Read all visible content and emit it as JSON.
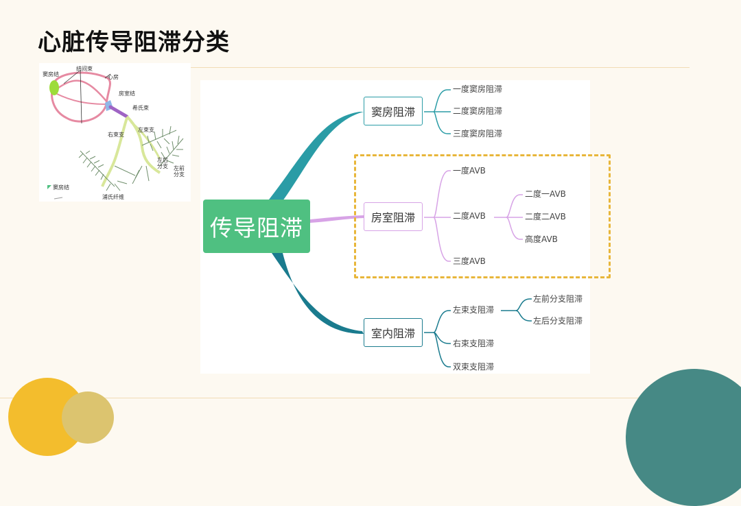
{
  "slide": {
    "title": "心脏传导阻滞分类"
  },
  "colors": {
    "background": "#fdf9f1",
    "root": "#4fc081",
    "sinoatrial_branch": "#2a9ca6",
    "av_branch": "#d7a3e6",
    "intraventricular_branch": "#1a7b8e",
    "highlight_border": "#e8b63a",
    "deco_yellow": "#f3bd2d",
    "deco_olive": "#dcc46f",
    "deco_teal": "#468985"
  },
  "anatomy": {
    "labels": {
      "sa_node": "窦房结",
      "internodal": "结间束",
      "atrium": "心房",
      "av_node": "房室结",
      "his_bundle": "希氏束",
      "left_bundle": "左束支",
      "right_bundle": "右束支",
      "left_posterior": "左后\n分支",
      "left_anterior": "左前\n分支",
      "purkinje": "浦氏纤维",
      "legend_sa": "窦房结"
    }
  },
  "mindmap": {
    "root": "传导阻滞",
    "branches": [
      {
        "label": "窦房阻滞",
        "children": [
          "一度窦房阻滞",
          "二度窦房阻滞",
          "三度窦房阻滞"
        ]
      },
      {
        "label": "房室阻滞",
        "children": [
          "一度AVB",
          "二度AVB",
          "三度AVB"
        ],
        "sub_children": [
          "二度一AVB",
          "二度二AVB",
          "高度AVB"
        ]
      },
      {
        "label": "室内阻滞",
        "children": [
          "左束支阻滞",
          "右束支阻滞",
          "双束支阻滞"
        ],
        "sub_children": [
          "左前分支阻滞",
          "左后分支阻滞"
        ]
      }
    ]
  }
}
